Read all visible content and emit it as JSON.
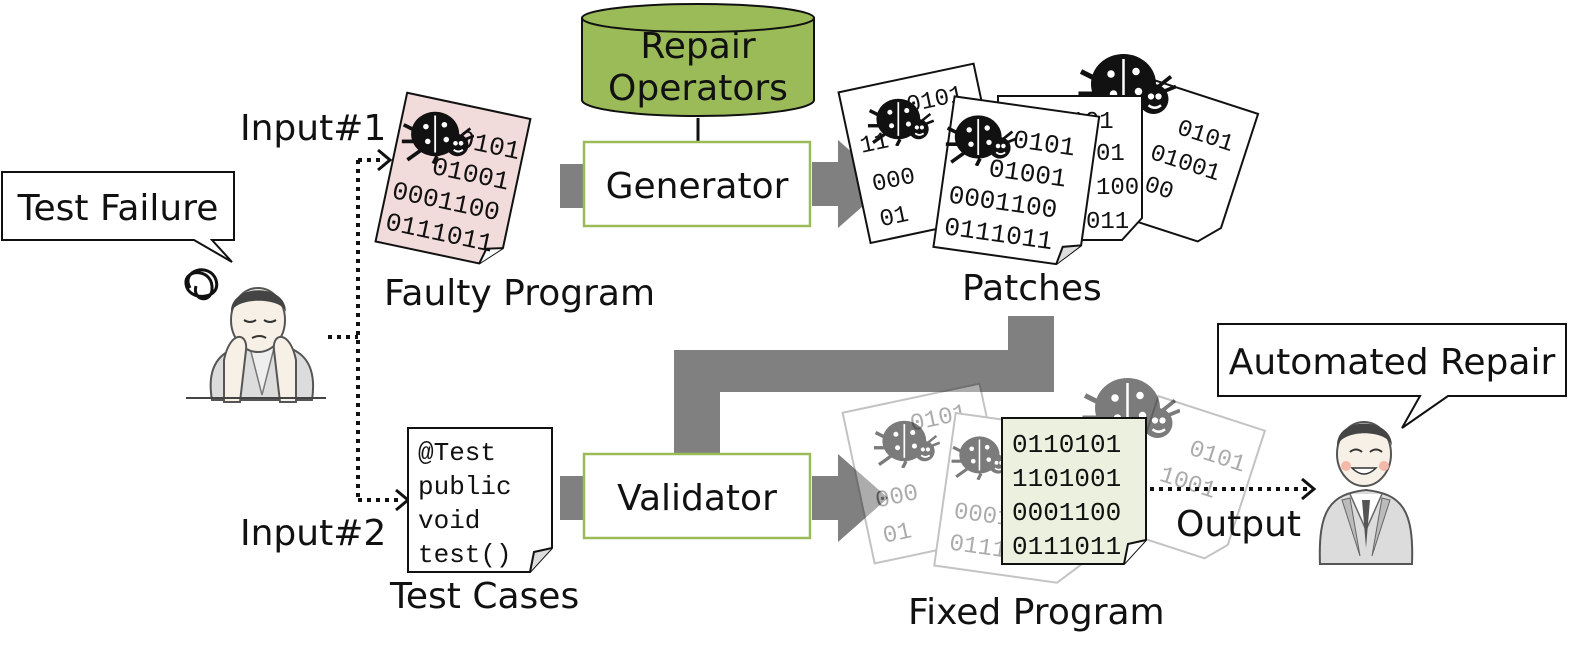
{
  "speech": {
    "test_failure": "Test Failure",
    "automated_repair": "Automated Repair"
  },
  "labels": {
    "input1": "Input#1",
    "input2": "Input#2",
    "faulty_program": "Faulty Program",
    "test_cases": "Test Cases",
    "patches": "Patches",
    "fixed_program": "Fixed Program",
    "output": "Output"
  },
  "components": {
    "repair_operators_line1": "Repair",
    "repair_operators_line2": "Operators",
    "generator": "Generator",
    "validator": "Validator"
  },
  "code": {
    "faulty": [
      "0101",
      "01001",
      "0001100",
      "0111011"
    ],
    "patch": [
      "0101",
      "01001",
      "0001100",
      "0111011"
    ],
    "fixed": [
      "0110101",
      "1101001",
      "0001100",
      "0111011"
    ],
    "test": [
      "@Test",
      "public",
      "void",
      "test()"
    ]
  },
  "colors": {
    "operators_fill": "#9bbb59",
    "box_border": "#9bbb59",
    "faulty_doc": "#f2dcdb",
    "fixed_doc": "#ebf1de",
    "arrow": "#808080",
    "bug": "#111111"
  },
  "icons": [
    "worried-person-icon",
    "happy-person-icon",
    "bug-icon",
    "scribble-icon",
    "document-icon",
    "database-icon"
  ]
}
